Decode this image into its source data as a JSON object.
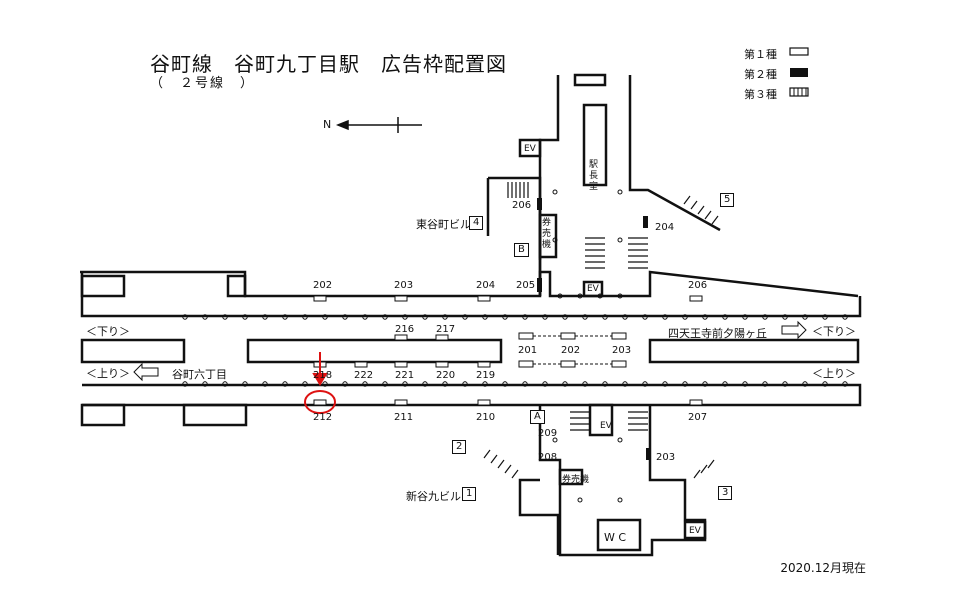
{
  "title": "谷町線　谷町九丁目駅　広告枠配置図",
  "subtitle": "（　２号線　）",
  "legend": {
    "type1": "第１種",
    "type2": "第２種",
    "type3": "第３種"
  },
  "compass": "N",
  "directions": {
    "down_left": "＜下り＞",
    "down_right": "＜下り＞",
    "up_left": "＜上り＞",
    "up_right": "＜上り＞",
    "toward_shitennoji": "四天王寺前夕陽ヶ丘",
    "toward_tanimachi6": "谷町六丁目"
  },
  "buildings": {
    "higashi": "東谷町ビル",
    "shin": "新谷九ビル"
  },
  "exits": [
    "1",
    "2",
    "3",
    "4",
    "5",
    "A",
    "B"
  ],
  "facilities": {
    "ev": "EV",
    "ticket": "券売機",
    "station_office": "駅長室",
    "wc": "W C"
  },
  "ad_numbers": {
    "upper": [
      "202",
      "203",
      "204",
      "205",
      "206",
      "206",
      "204"
    ],
    "platform": [
      "216",
      "217",
      "201",
      "202",
      "203"
    ],
    "lower_row": [
      "218",
      "222",
      "221",
      "220",
      "219"
    ],
    "bottom": [
      "212",
      "211",
      "210",
      "209",
      "208",
      "207",
      "203"
    ]
  },
  "date": "2020.12月現在"
}
